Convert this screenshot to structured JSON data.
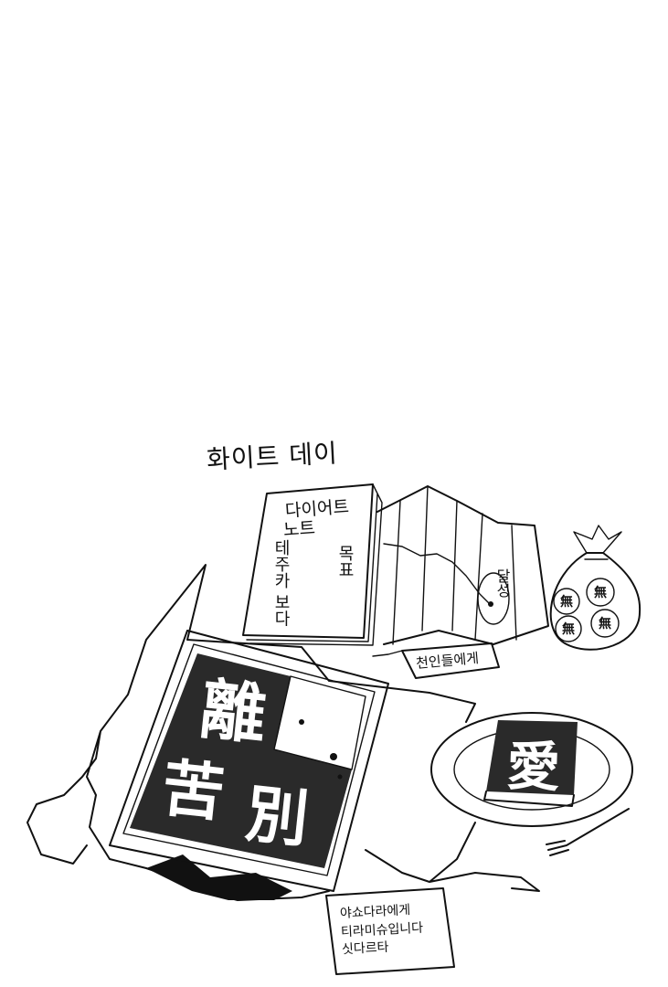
{
  "title": "화이트 데이",
  "notebook": {
    "cover_lines": [
      "다이어트",
      "노트"
    ],
    "vertical_text_left": "테주카 보다",
    "vertical_text_right": "목표"
  },
  "chart_note": "달성",
  "tag_note": "천인들에게",
  "brownie_box": {
    "hanja": [
      "離",
      "苦",
      "別"
    ]
  },
  "plate_brownie": "愛",
  "coin_bag_glyph": "無",
  "card": {
    "lines": [
      "야쇼다라에게",
      "티라미슈입니다",
      "싯다르타"
    ]
  },
  "colors": {
    "ink": "#111111",
    "paper": "#ffffff",
    "brownie": "#2a2a2a"
  }
}
